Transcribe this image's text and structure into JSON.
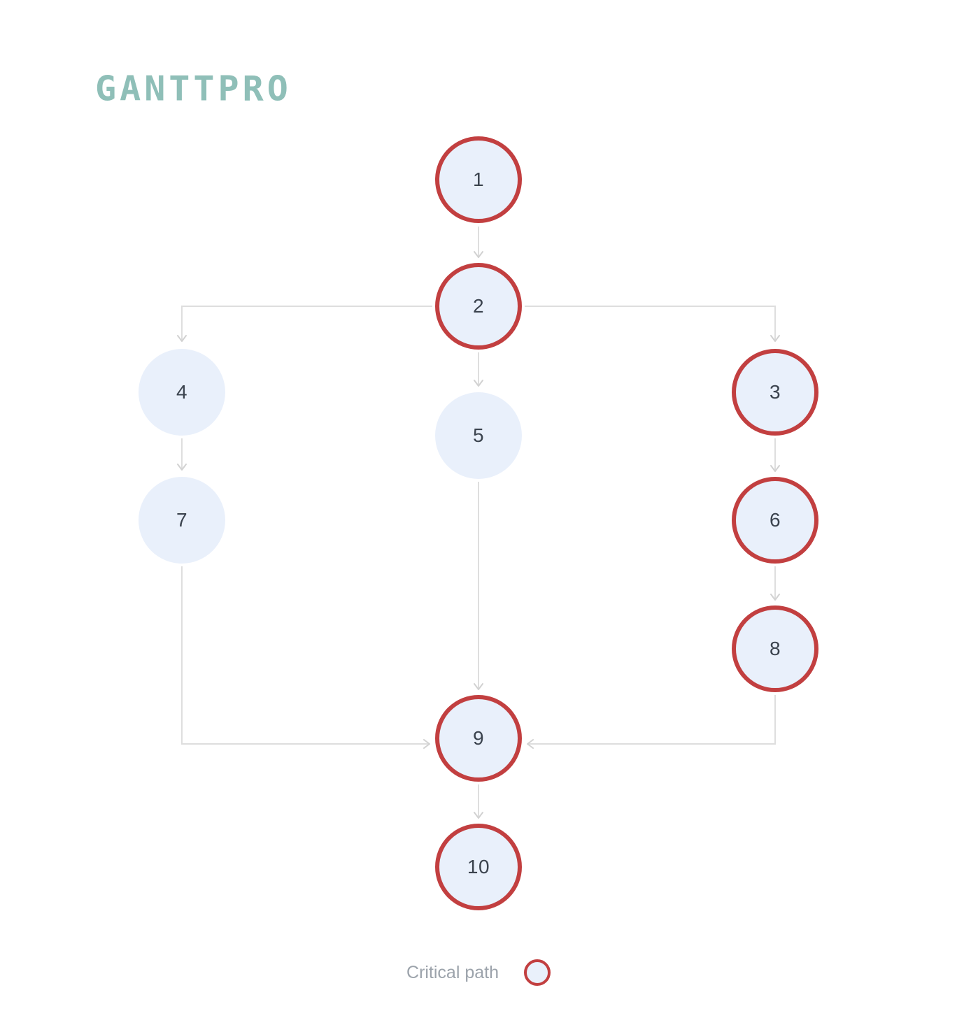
{
  "app": {
    "logo_text": "GANTTPRO",
    "logo_color": "#8FBFB8"
  },
  "diagram": {
    "type": "project-network-diagram",
    "description": "Network diagram of tasks 1-10 with critical path nodes outlined in red",
    "nodes": [
      {
        "id": 1,
        "label": "1",
        "critical": true
      },
      {
        "id": 2,
        "label": "2",
        "critical": true
      },
      {
        "id": 3,
        "label": "3",
        "critical": true
      },
      {
        "id": 4,
        "label": "4",
        "critical": false
      },
      {
        "id": 5,
        "label": "5",
        "critical": false
      },
      {
        "id": 6,
        "label": "6",
        "critical": true
      },
      {
        "id": 7,
        "label": "7",
        "critical": false
      },
      {
        "id": 8,
        "label": "8",
        "critical": true
      },
      {
        "id": 9,
        "label": "9",
        "critical": true
      },
      {
        "id": 10,
        "label": "10",
        "critical": true
      }
    ],
    "edges": [
      {
        "from": 1,
        "to": 2
      },
      {
        "from": 2,
        "to": 4
      },
      {
        "from": 2,
        "to": 5
      },
      {
        "from": 2,
        "to": 3
      },
      {
        "from": 4,
        "to": 7
      },
      {
        "from": 3,
        "to": 6
      },
      {
        "from": 6,
        "to": 8
      },
      {
        "from": 5,
        "to": 9
      },
      {
        "from": 7,
        "to": 9
      },
      {
        "from": 8,
        "to": 9
      },
      {
        "from": 9,
        "to": 10
      }
    ],
    "colors": {
      "critical_border": "#C23F40",
      "node_fill": "#E9F0FB",
      "connector": "#DEDEDE",
      "node_text": "#3B434E"
    }
  },
  "legend": {
    "label": "Critical path"
  }
}
